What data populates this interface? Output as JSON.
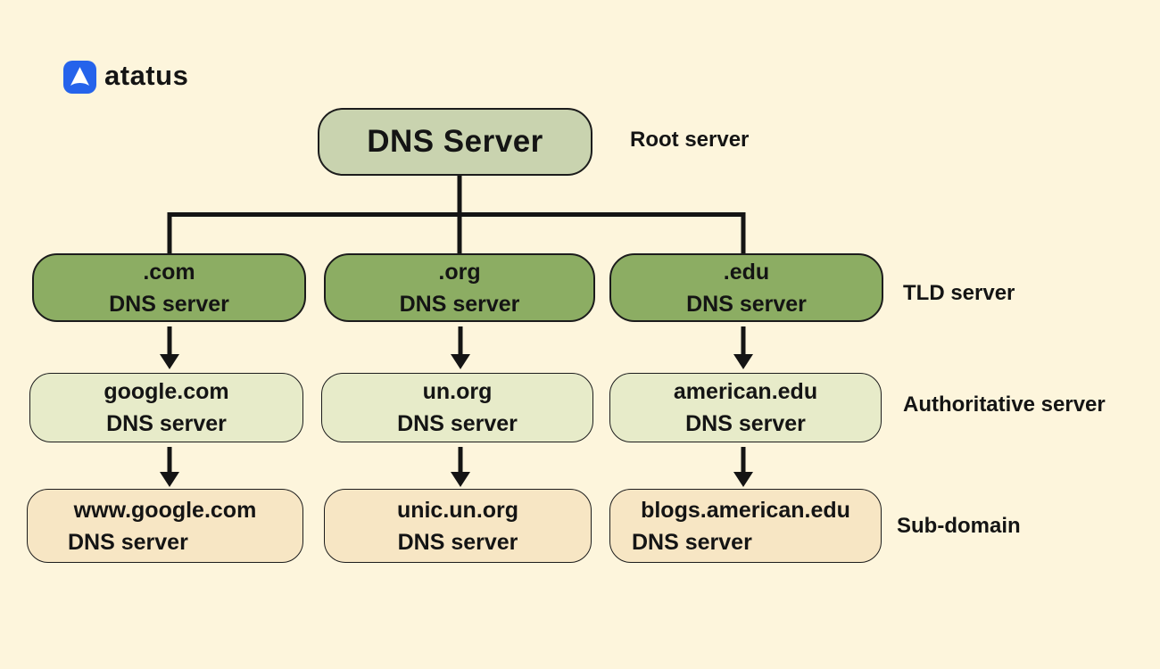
{
  "logo": {
    "brand": "atatus",
    "icon": "atatus-arrow-icon"
  },
  "colors": {
    "background": "#FDF5DC",
    "root_fill": "#C9D3AF",
    "tld_fill": "#8CAD63",
    "auth_fill": "#E7EBC9",
    "sub_fill": "#F7E6C4",
    "line": "#141414",
    "text": "#141414",
    "logo_blue": "#2563EB"
  },
  "diagram": {
    "root": {
      "title": "DNS Server",
      "side_label": "Root  server"
    },
    "rows": [
      {
        "name": "tld",
        "side_label": "TLD server",
        "nodes": [
          {
            "line1": ".com",
            "line2": "DNS server"
          },
          {
            "line1": ".org",
            "line2": "DNS server"
          },
          {
            "line1": ".edu",
            "line2": "DNS server"
          }
        ]
      },
      {
        "name": "authoritative",
        "side_label": "Authoritative server",
        "nodes": [
          {
            "line1": "google.com",
            "line2": "DNS server"
          },
          {
            "line1": "un.org",
            "line2": "DNS server"
          },
          {
            "line1": "american.edu",
            "line2": "DNS server"
          }
        ]
      },
      {
        "name": "subdomain",
        "side_label": "Sub-domain",
        "nodes": [
          {
            "line1": "www.google.com",
            "line2": "DNS server"
          },
          {
            "line1": "unic.un.org",
            "line2": "DNS server"
          },
          {
            "line1": "blogs.american.edu",
            "line2": "DNS server"
          }
        ]
      }
    ]
  }
}
